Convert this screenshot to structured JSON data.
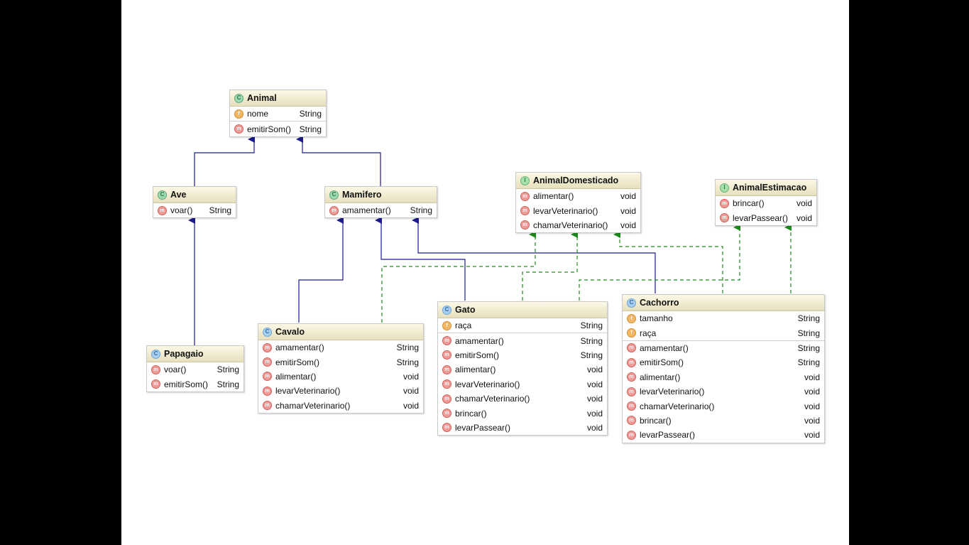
{
  "diagram": {
    "classes": {
      "animal": {
        "name": "Animal",
        "kind": "abstract",
        "fields": [
          {
            "name": "nome",
            "type": "String"
          }
        ],
        "methods": [
          {
            "name": "emitirSom()",
            "type": "String"
          }
        ]
      },
      "ave": {
        "name": "Ave",
        "kind": "abstract",
        "fields": [],
        "methods": [
          {
            "name": "voar()",
            "type": "String"
          }
        ]
      },
      "mamifero": {
        "name": "Mamifero",
        "kind": "abstract",
        "fields": [],
        "methods": [
          {
            "name": "amamentar()",
            "type": "String"
          }
        ]
      },
      "animal_domesticado": {
        "name": "AnimalDomesticado",
        "kind": "interface",
        "fields": [],
        "methods": [
          {
            "name": "alimentar()",
            "type": "void"
          },
          {
            "name": "levarVeterinario()",
            "type": "void"
          },
          {
            "name": "chamarVeterinario()",
            "type": "void"
          }
        ]
      },
      "animal_estimacao": {
        "name": "AnimalEstimacao",
        "kind": "interface",
        "fields": [],
        "methods": [
          {
            "name": "brincar()",
            "type": "void"
          },
          {
            "name": "levarPassear()",
            "type": "void"
          }
        ]
      },
      "papagaio": {
        "name": "Papagaio",
        "kind": "class",
        "fields": [],
        "methods": [
          {
            "name": "voar()",
            "type": "String"
          },
          {
            "name": "emitirSom()",
            "type": "String"
          }
        ]
      },
      "cavalo": {
        "name": "Cavalo",
        "kind": "class",
        "fields": [],
        "methods": [
          {
            "name": "amamentar()",
            "type": "String"
          },
          {
            "name": "emitirSom()",
            "type": "String"
          },
          {
            "name": "alimentar()",
            "type": "void"
          },
          {
            "name": "levarVeterinario()",
            "type": "void"
          },
          {
            "name": "chamarVeterinario()",
            "type": "void"
          }
        ]
      },
      "gato": {
        "name": "Gato",
        "kind": "class",
        "fields": [
          {
            "name": "raça",
            "type": "String"
          }
        ],
        "methods": [
          {
            "name": "amamentar()",
            "type": "String"
          },
          {
            "name": "emitirSom()",
            "type": "String"
          },
          {
            "name": "alimentar()",
            "type": "void"
          },
          {
            "name": "levarVeterinario()",
            "type": "void"
          },
          {
            "name": "chamarVeterinario()",
            "type": "void"
          },
          {
            "name": "brincar()",
            "type": "void"
          },
          {
            "name": "levarPassear()",
            "type": "void"
          }
        ]
      },
      "cachorro": {
        "name": "Cachorro",
        "kind": "class",
        "fields": [
          {
            "name": "tamanho",
            "type": "String"
          },
          {
            "name": "raça",
            "type": "String"
          }
        ],
        "methods": [
          {
            "name": "amamentar()",
            "type": "String"
          },
          {
            "name": "emitirSom()",
            "type": "String"
          },
          {
            "name": "alimentar()",
            "type": "void"
          },
          {
            "name": "levarVeterinario()",
            "type": "void"
          },
          {
            "name": "chamarVeterinario()",
            "type": "void"
          },
          {
            "name": "brincar()",
            "type": "void"
          },
          {
            "name": "levarPassear()",
            "type": "void"
          }
        ]
      }
    },
    "relations": [
      {
        "from": "Ave",
        "to": "Animal",
        "type": "extends"
      },
      {
        "from": "Mamifero",
        "to": "Animal",
        "type": "extends"
      },
      {
        "from": "Papagaio",
        "to": "Ave",
        "type": "extends"
      },
      {
        "from": "Cavalo",
        "to": "Mamifero",
        "type": "extends"
      },
      {
        "from": "Gato",
        "to": "Mamifero",
        "type": "extends"
      },
      {
        "from": "Cachorro",
        "to": "Mamifero",
        "type": "extends"
      },
      {
        "from": "Cavalo",
        "to": "AnimalDomesticado",
        "type": "implements"
      },
      {
        "from": "Gato",
        "to": "AnimalDomesticado",
        "type": "implements"
      },
      {
        "from": "Cachorro",
        "to": "AnimalDomesticado",
        "type": "implements"
      },
      {
        "from": "Gato",
        "to": "AnimalEstimacao",
        "type": "implements"
      },
      {
        "from": "Cachorro",
        "to": "AnimalEstimacao",
        "type": "implements"
      }
    ],
    "colors": {
      "extends_edge": "#1a1a8c",
      "implements_edge": "#1e8a1e"
    }
  }
}
